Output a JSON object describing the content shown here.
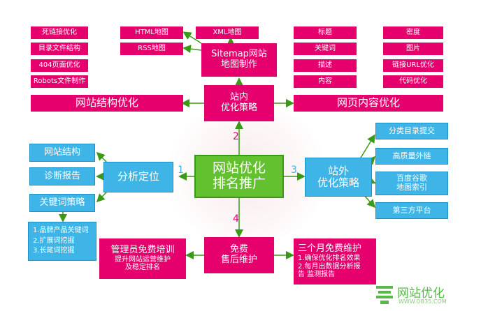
{
  "top_left": [
    "死链接优化",
    "目录文件结构",
    "404页面优化",
    "Robots文件制作"
  ],
  "structure_bar": "网站结构优化",
  "sitemap_items": [
    "HTML地图",
    "RSS地图"
  ],
  "xml_map": "XML地图",
  "sitemap_main": [
    "Sitemap网站",
    "地图制作"
  ],
  "onsite": [
    "站内",
    "优化策略"
  ],
  "content_bar": "网页内容优化",
  "content_col1": [
    "标题",
    "关键词",
    "描述",
    "内容"
  ],
  "content_col2": [
    "密度",
    "图片",
    "链接URL优化",
    "代码优化"
  ],
  "center": [
    "网站优化",
    "排名推广"
  ],
  "analysis": "分析定位",
  "analysis_items": [
    "网站结构",
    "诊断报告",
    "关键词策略"
  ],
  "keyword_list": [
    "1.品牌产品关键词",
    "2.扩展词挖掘",
    "3.长尾词挖掘"
  ],
  "offsite": [
    "站外",
    "优化策略"
  ],
  "offsite_items": [
    "分类目录提交",
    "高质量外链",
    "百度谷歌",
    "地图索引",
    "第三方平台"
  ],
  "aftersale": [
    "免费",
    "售后维护"
  ],
  "training_title": "管理员免费培训",
  "training_desc": [
    "提升网站运营维护",
    "及稳定排名"
  ],
  "maintenance_title": "三个月免费维护",
  "maintenance_items": [
    "1.确保优化排名效果",
    "2.每月出数据分析报",
    "告 监测报告"
  ],
  "numbers": [
    "1",
    "2",
    "3",
    "4"
  ],
  "logo_text": "网站优化",
  "logo_sub": "WWW.OB35.COM",
  "colors": {
    "pink": "#e5006e",
    "blue": "#3fb4e6",
    "green": "#63c12f",
    "line": "#3a9a17"
  }
}
